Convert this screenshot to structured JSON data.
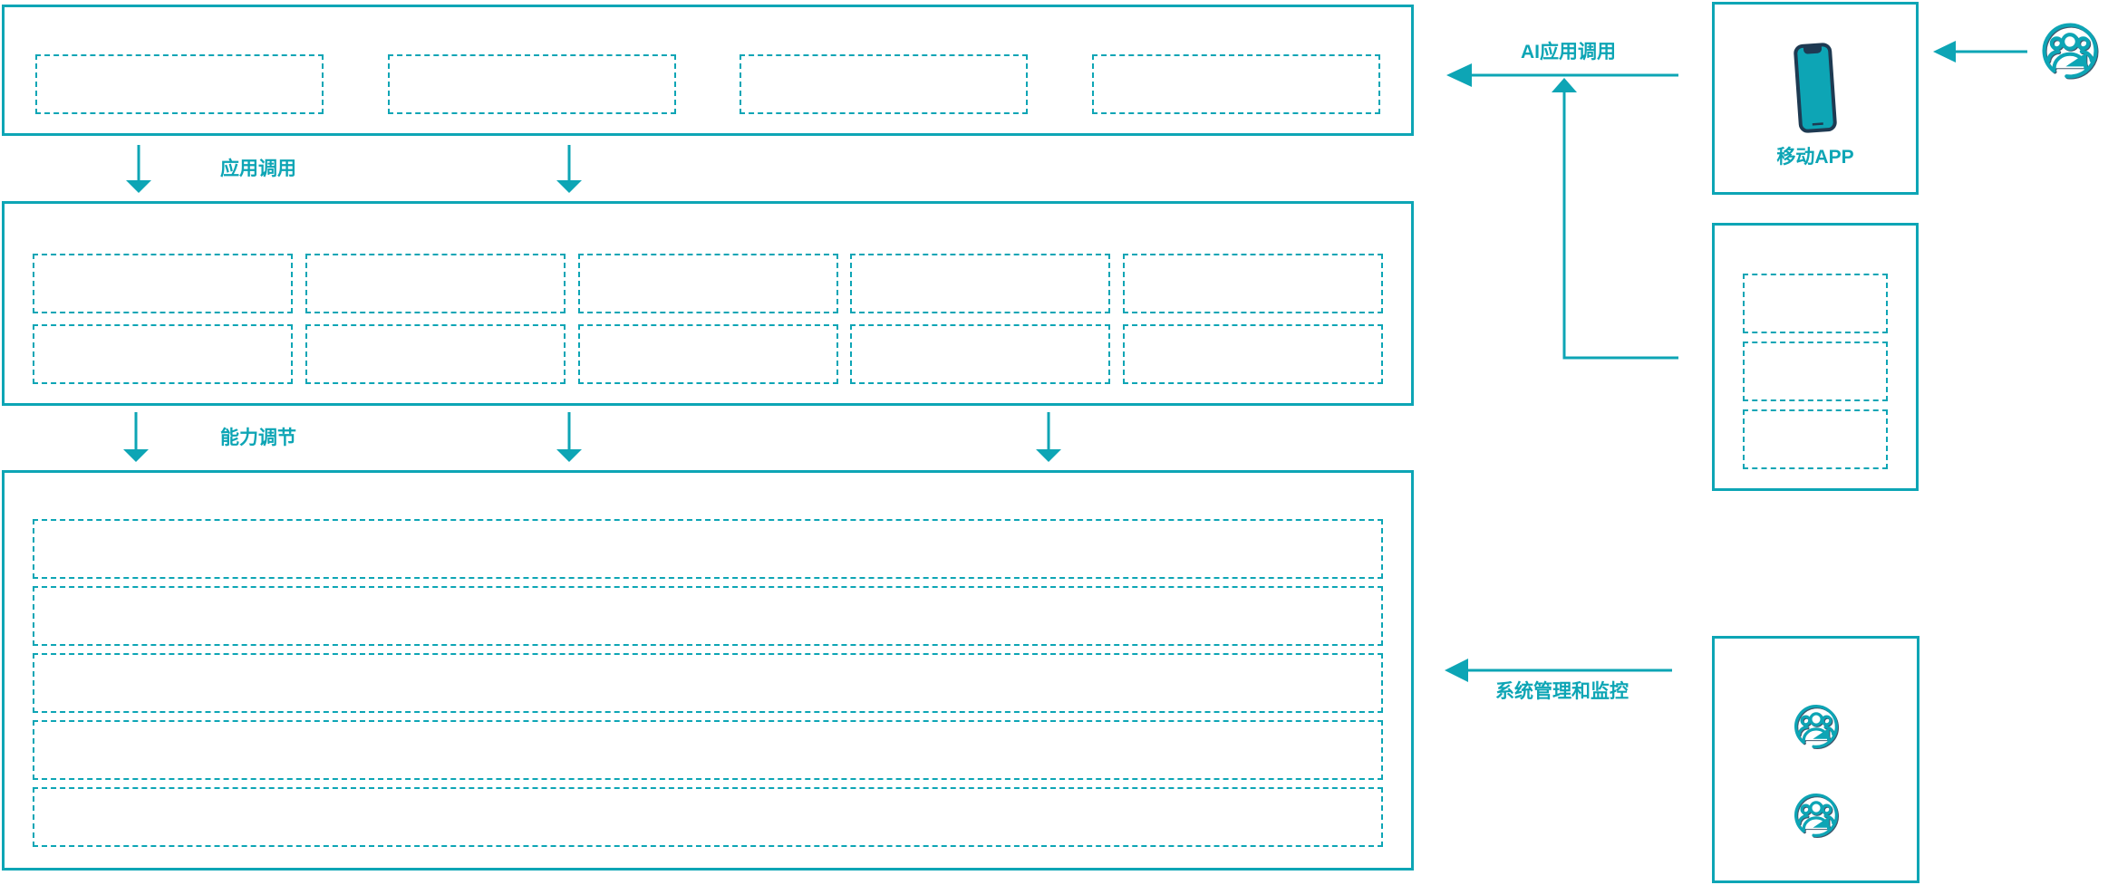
{
  "colors": {
    "teal": "#0da5b5",
    "navy": "#1e3a52"
  },
  "flow_labels": {
    "app_call": "应用调用",
    "capability_adjust": "能力调节",
    "ai_app_call": "AI应用调用",
    "system_management": "系统管理和监控"
  },
  "layers": {
    "application_layer": {
      "placeholder_count": 4
    },
    "capability_layer": {
      "row_count": 2,
      "row1_placeholder_count": 5,
      "row2_placeholder_count": 5
    },
    "platform_layer": {
      "placeholder_count": 5
    }
  },
  "right_panel": {
    "mobile_app": {
      "label": "移动APP"
    },
    "integration_box": {
      "placeholder_count": 3
    },
    "admin_box": {
      "user_icon_count": 2
    }
  }
}
